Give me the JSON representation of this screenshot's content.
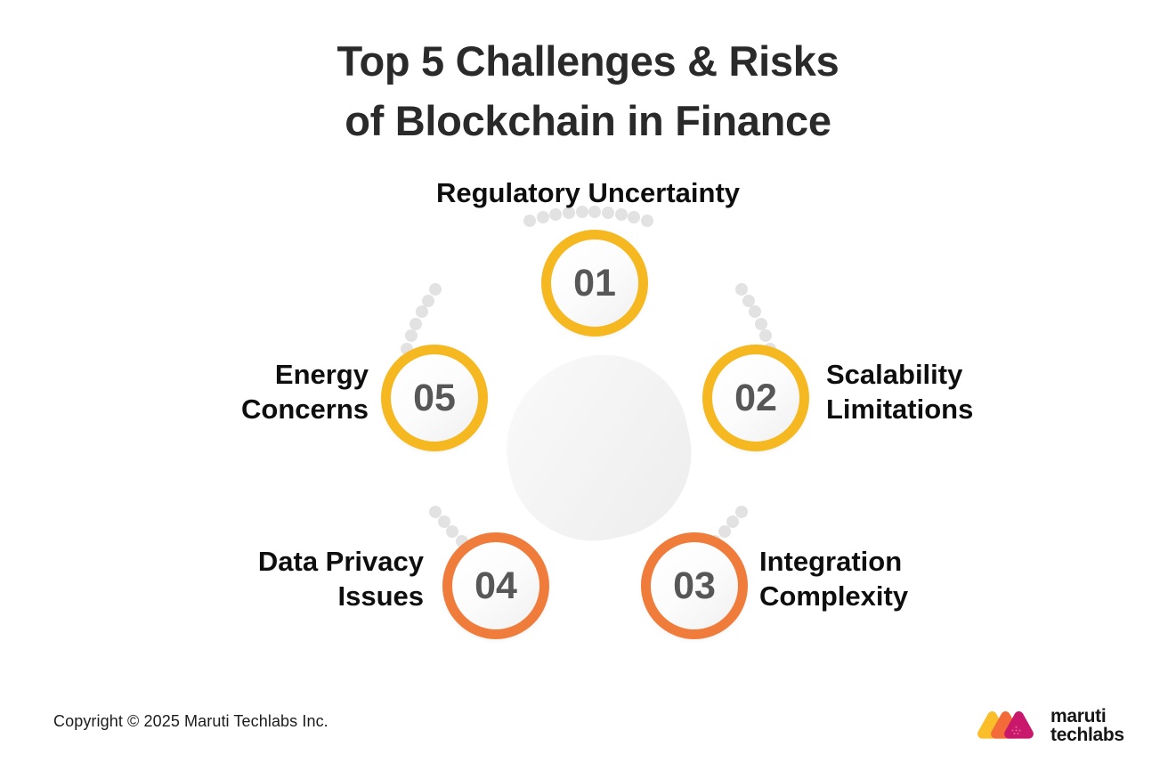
{
  "title": {
    "line1": "Top 5 Challenges & Risks",
    "line2": "of Blockchain in Finance"
  },
  "diagram": {
    "type": "circular-process",
    "center_shape": "blob",
    "nodes": [
      {
        "number": "01",
        "label": "Regulatory Uncertainty",
        "color": "#F5B820",
        "position": "top"
      },
      {
        "number": "02",
        "label": "Scalability\nLimitations",
        "color": "#F5B820",
        "position": "right"
      },
      {
        "number": "03",
        "label": "Integration\nComplexity",
        "color": "#F07C3C",
        "position": "bottom-right"
      },
      {
        "number": "04",
        "label": "Data Privacy\nIssues",
        "color": "#F07C3C",
        "position": "bottom-left"
      },
      {
        "number": "05",
        "label": "Energy\nConcerns",
        "color": "#F5B820",
        "position": "left"
      }
    ]
  },
  "footer": {
    "copyright": "Copyright © 2025 Maruti Techlabs Inc.",
    "logo": {
      "word1": "maruti",
      "word2": "techlabs",
      "colors": [
        "#F9BE2A",
        "#F26B38",
        "#C9186B"
      ]
    }
  }
}
